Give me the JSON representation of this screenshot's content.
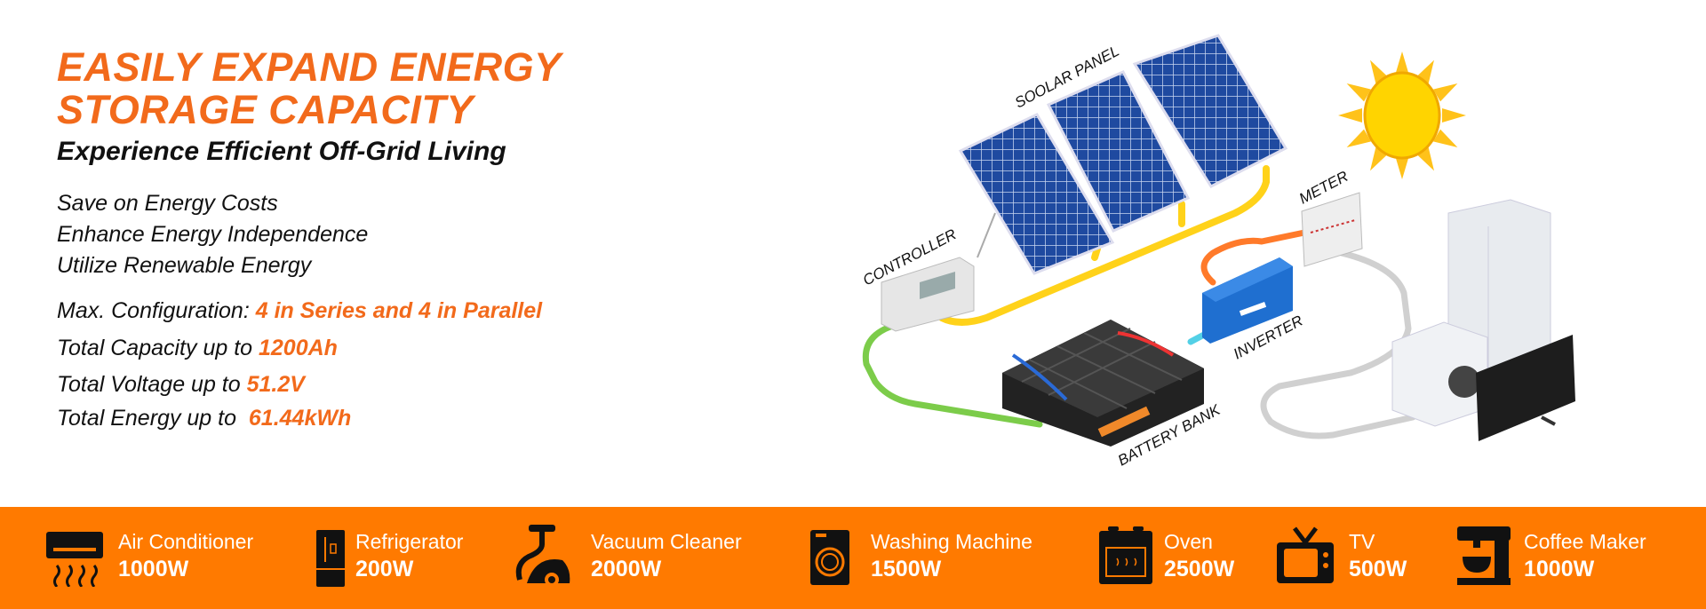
{
  "headline": {
    "line1": "EASILY EXPAND ENERGY",
    "line2": "STORAGE CAPACITY"
  },
  "subtitle": "Experience Efficient Off-Grid Living",
  "benefits": [
    "Save on Energy Costs",
    "Enhance Energy Independence",
    "Utilize Renewable Energy"
  ],
  "specs": [
    {
      "label": "Max. Configuration: ",
      "value": "4 in Series and 4 in Parallel"
    },
    {
      "label": "Total Capacity up to ",
      "value": "1200Ah"
    },
    {
      "label": "Total Voltage up to ",
      "value": "51.2V"
    },
    {
      "label": "Total Energy up to  ",
      "value": "61.44kWh"
    }
  ],
  "diagram_labels": {
    "solar_panel": "SOOLAR PANEL",
    "controller": "CONTROLLER",
    "meter": "METER",
    "inverter": "INVERTER",
    "battery_bank": "BATTERY BANK"
  },
  "appliances": [
    {
      "name": "Air Conditioner",
      "power": "1000W",
      "icon": "air-conditioner-icon"
    },
    {
      "name": "Refrigerator",
      "power": "200W",
      "icon": "refrigerator-icon"
    },
    {
      "name": "Vacuum Cleaner",
      "power": "2000W",
      "icon": "vacuum-cleaner-icon"
    },
    {
      "name": "Washing Machine",
      "power": "1500W",
      "icon": "washing-machine-icon"
    },
    {
      "name": "Oven",
      "power": "2500W",
      "icon": "oven-icon"
    },
    {
      "name": "TV",
      "power": "500W",
      "icon": "tv-icon"
    },
    {
      "name": "Coffee Maker",
      "power": "1000W",
      "icon": "coffee-maker-icon"
    }
  ],
  "colors": {
    "accent": "#f26a1b",
    "band": "#ff7a00",
    "panel": "#1f4aa0",
    "sun": "#ffcc00"
  }
}
